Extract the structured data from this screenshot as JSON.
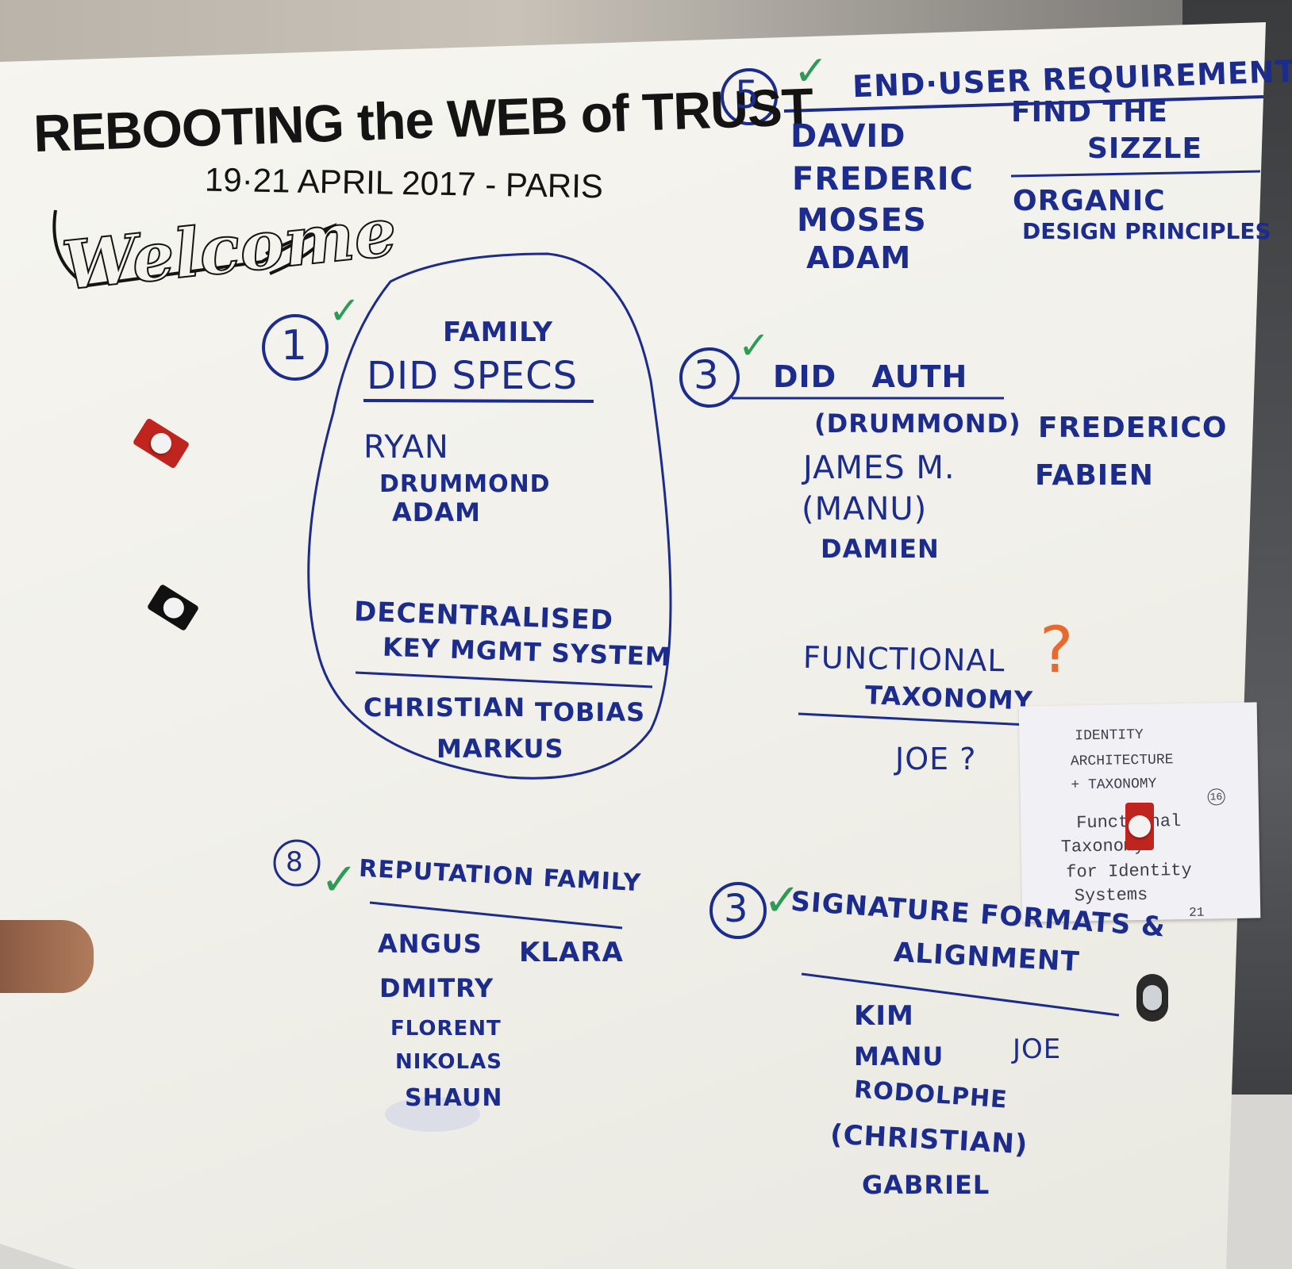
{
  "title": {
    "line1": "REBOOTING the WEB of TRUST",
    "dates": "19·21 APRIL 2017 - PARIS",
    "welcome": "Welcome"
  },
  "marks": {
    "check": "✓",
    "question": "?"
  },
  "group5": {
    "number": "5",
    "header": "END·USER REQUIREMENTS",
    "names": [
      "DAVID",
      "FREDERIC",
      "MOSES",
      "ADAM"
    ],
    "side_top": [
      "FIND THE",
      "SIZZLE"
    ],
    "side_bottom": [
      "ORGANIC",
      "DESIGN PRINCIPLES"
    ]
  },
  "group1": {
    "number": "1",
    "header_small": "FAMILY",
    "header": "DID SPECS",
    "names": [
      "RYAN",
      "DRUMMOND",
      "ADAM"
    ],
    "sub_header": [
      "DECENTRALISED",
      "KEY MGMT SYSTEM"
    ],
    "sub_names": [
      "CHRISTIAN",
      "TOBIAS",
      "MARKUS"
    ]
  },
  "group3a": {
    "number": "3",
    "header": "DID AUTH",
    "names_left": [
      "(DRUMMOND)",
      "JAMES M.",
      "(MANU)",
      "DAMIEN"
    ],
    "names_right": [
      "FREDERICO",
      "FABIEN"
    ]
  },
  "functional": {
    "header": [
      "FUNCTIONAL",
      "TAXONOMY"
    ],
    "names": [
      "JOE ?"
    ]
  },
  "group8": {
    "number": "8",
    "header": "REPUTATION FAMILY",
    "names_left": [
      "ANGUS",
      "DMITRY",
      "FLORENT",
      "NIKOLAS",
      "SHAUN"
    ],
    "names_right": [
      "KLARA"
    ]
  },
  "group3b": {
    "number": "3",
    "header": [
      "SIGNATURE FORMATS &",
      "ALIGNMENT"
    ],
    "names_left": [
      "KIM",
      "MANU",
      "RODOLPHE",
      "(CHRISTIAN)",
      "GABRIEL"
    ],
    "names_right": [
      "JOE"
    ]
  },
  "sticky_note": {
    "lines": [
      "IDENTITY",
      "ARCHITECTURE",
      "+ TAXONOMY"
    ],
    "badge": "16",
    "lines2": [
      "Functional",
      "Taxonomy",
      "for Identity",
      "Systems"
    ],
    "footer": "21"
  },
  "colors": {
    "marker_black": "#141414",
    "marker_blue": "#1c2c8c",
    "marker_green": "#2e9b55",
    "marker_orange": "#e8692d",
    "magnet_red": "#c0241e",
    "magnet_black": "#111111"
  }
}
